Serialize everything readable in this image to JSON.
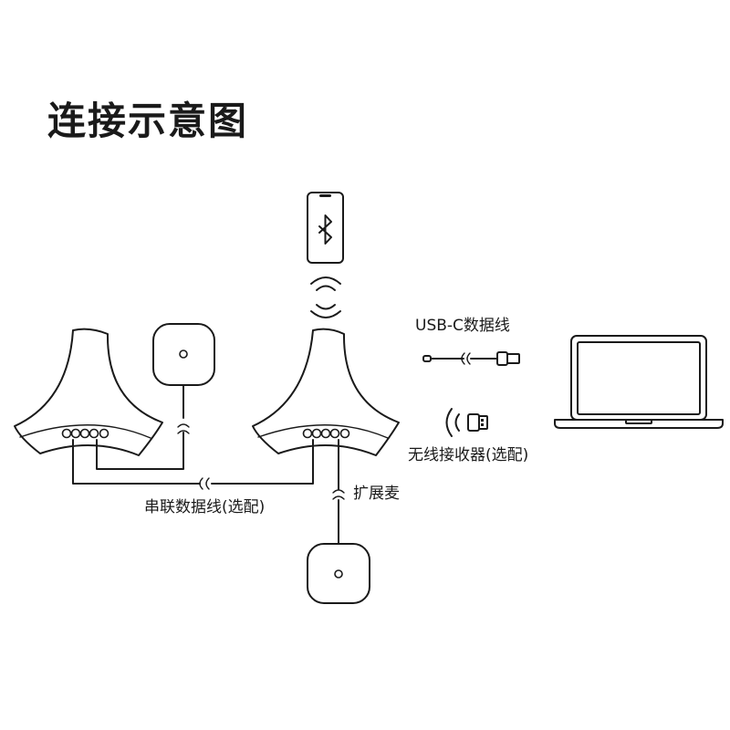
{
  "title": "连接示意图",
  "labels": {
    "usb_c_cable": "USB-C数据线",
    "wireless_receiver": "无线接收器(选配)",
    "daisy_chain_cable": "串联数据线(选配)",
    "extension_mic": "扩展麦"
  },
  "icons": {
    "phone": "smartphone-icon",
    "bluetooth": "bluetooth-icon",
    "wireless_signal": "wireless-signal-icon",
    "laptop": "laptop-icon",
    "usb_dongle": "usb-dongle-icon",
    "speakerphone": "conference-speakerphone-icon",
    "microphone": "extension-microphone-icon"
  },
  "colors": {
    "line": "#1a1a1a",
    "background": "#ffffff"
  }
}
